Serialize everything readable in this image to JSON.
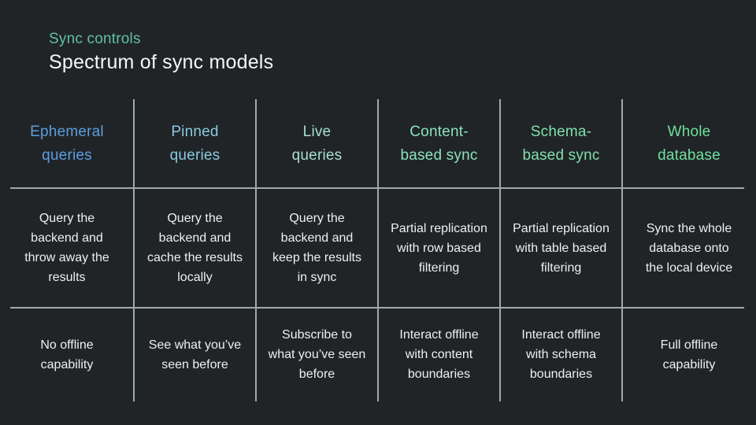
{
  "slide": {
    "eyebrow": "Sync controls",
    "title": "Spectrum of sync models"
  },
  "theme": {
    "background": "#212427",
    "title_color": "#f5f6f7",
    "eyebrow_color": "#5fc1a0",
    "body_color": "#eef0f0",
    "line_color": "#9dabaa"
  },
  "table": {
    "columns": [
      {
        "header": "Ephemeral\nqueries",
        "header_color": "#5b9edf",
        "description": "Query the\nbackend and\nthrow away the\nresults",
        "offline": "No offline\ncapability"
      },
      {
        "header": "Pinned\nqueries",
        "header_color": "#87c9e0",
        "description": "Query the\nbackend and\ncache the results\nlocally",
        "offline": "See what you’ve\nseen before"
      },
      {
        "header": "Live\nqueries",
        "header_color": "#a6ded1",
        "description": "Query the\nbackend and\nkeep the results\nin sync",
        "offline": "Subscribe to\nwhat you’ve seen\nbefore"
      },
      {
        "header": "Content-\nbased sync",
        "header_color": "#8ae2bc",
        "description": "Partial replication\nwith row based\nfiltering",
        "offline": "Interact offline\nwith content\nboundaries"
      },
      {
        "header": "Schema-\nbased sync",
        "header_color": "#7ee0ad",
        "description": "Partial replication\nwith table based\nfiltering",
        "offline": "Interact offline\nwith schema\nboundaries"
      },
      {
        "header": "Whole\ndatabase",
        "header_color": "#6fdf9c",
        "description": "Sync the whole\ndatabase onto\nthe local device",
        "offline": "Full offline\ncapability"
      }
    ]
  }
}
